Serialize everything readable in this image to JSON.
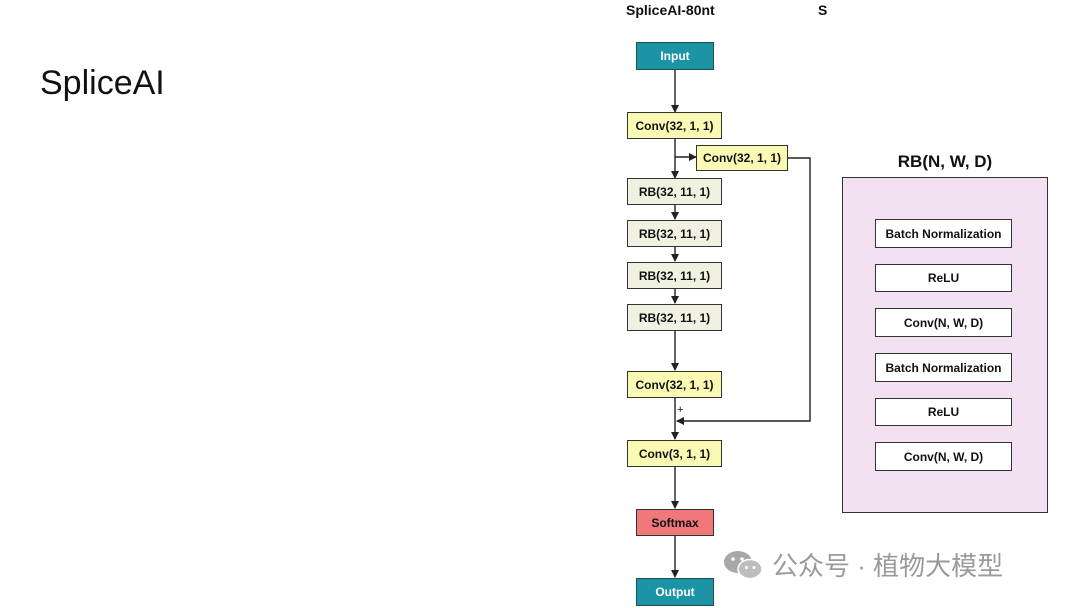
{
  "slide": {
    "title": "SpliceAI"
  },
  "diagram": {
    "title": "SpliceAI-80nt",
    "cut_char": "S",
    "main_nodes": {
      "input": "Input",
      "conv1": "Conv(32,  1, 1)",
      "conv_skip": "Conv(32,  1, 1)",
      "rb1": "RB(32, 11, 1)",
      "rb2": "RB(32, 11, 1)",
      "rb3": "RB(32, 11, 1)",
      "rb4": "RB(32, 11, 1)",
      "conv2": "Conv(32,  1, 1)",
      "conv3": "Conv(3,  1, 1)",
      "softmax": "Softmax",
      "output": "Output"
    },
    "sum_symbol": "+",
    "rb_block": {
      "title": "RB(N, W, D)",
      "layers": [
        "Batch Normalization",
        "ReLU",
        "Conv(N,  W, D)",
        "Batch Normalization",
        "ReLU",
        "Conv(N,  W, D)"
      ],
      "sum_symbol": "+"
    },
    "colors": {
      "io": "#1b95a6",
      "conv": "#fbfab5",
      "rb": "#f0f1e1",
      "softmax": "#f0787a",
      "rb_panel": "#f1e1f1"
    }
  },
  "watermark": {
    "icon": "wechat-icon",
    "text": "公众号 · 植物大模型"
  }
}
